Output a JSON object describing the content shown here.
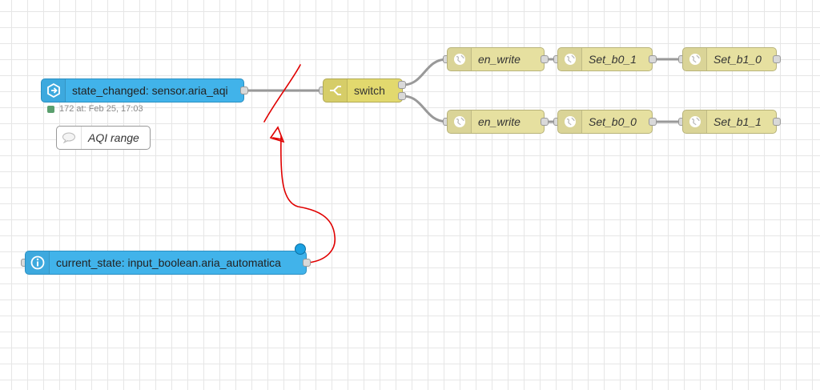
{
  "nodes": {
    "state_changed": {
      "label": "state_changed: sensor.aria_aqi",
      "icon": "arrow-right-circle-icon"
    },
    "status": {
      "text": "172 at: Feb 25, 17:03",
      "color": "#5a9f6e"
    },
    "comment": {
      "label": "AQI range",
      "icon": "speech-bubble-icon"
    },
    "switch": {
      "label": "switch",
      "icon": "switch-branch-icon"
    },
    "top_en_write": {
      "label": "en_write",
      "icon": "globe-icon"
    },
    "top_set_b0": {
      "label": "Set_b0_1",
      "icon": "globe-icon"
    },
    "top_set_b1": {
      "label": "Set_b1_0",
      "icon": "globe-icon"
    },
    "bot_en_write": {
      "label": "en_write",
      "icon": "globe-icon"
    },
    "bot_set_b0": {
      "label": "Set_b0_0",
      "icon": "globe-icon"
    },
    "bot_set_b1": {
      "label": "Set_b1_1",
      "icon": "globe-icon"
    },
    "current_state": {
      "label": "current_state: input_boolean.aria_automatica",
      "icon": "info-circle-icon"
    }
  },
  "colors": {
    "ha_node": "#41b3ea",
    "switch_node": "#e2d96e",
    "api_node": "#e6e0a0",
    "annotation": "#e00000",
    "wire": "#999999"
  }
}
